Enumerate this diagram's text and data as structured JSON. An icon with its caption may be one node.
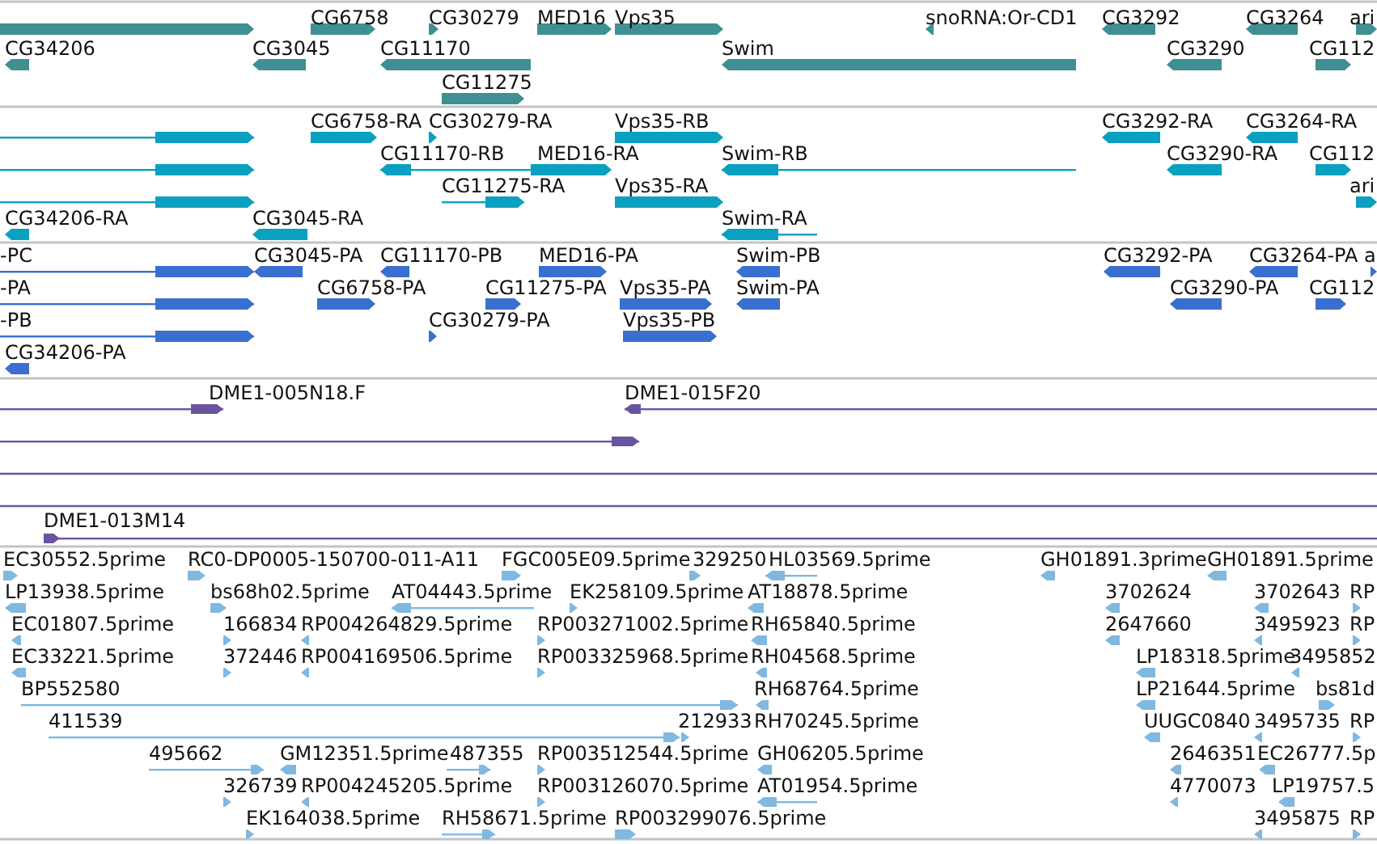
{
  "diagram": {
    "labels": [
      "CG6758",
      "CG30279",
      "MED16",
      "Vps35",
      "snoRNA:Or-CD1",
      "CG3292",
      "CG3264",
      "ari",
      "CG34206",
      "CG3045",
      "CG11170",
      "Swim",
      "CG3290",
      "CG112",
      "CG11275",
      "CG6758-RA",
      "CG30279-RA",
      "Vps35-RB",
      "CG3292-RA",
      "CG3264-RA",
      "CG11170-RB",
      "MED16-RA",
      "Swim-RB",
      "CG3290-RA",
      "CG112",
      "CG11275-RA",
      "Vps35-RA",
      "ari",
      "CG34206-RA",
      "CG3045-RA",
      "Swim-RA",
      "-PC",
      "CG3045-PA",
      "CG11170-PB",
      "MED16-PA",
      "Swim-PB",
      "CG3292-PA",
      "CG3264-PA",
      "a",
      "-PA",
      "CG6758-PA",
      "CG11275-PA",
      "Vps35-PA",
      "Swim-PA",
      "CG3290-PA",
      "CG112",
      "-PB",
      "CG30279-PA",
      "Vps35-PB",
      "CG34206-PA",
      "DME1-005N18.F",
      "DME1-015F20",
      "DME1-013M14",
      "EC30552.5prime",
      "RC0-DP0005-150700-011-A11",
      "FGC005E09.5prime",
      "329250",
      "HL03569.5prime",
      "GH01891.3prime",
      "GH01891.5prime",
      "LP13938.5prime",
      "bs68h02.5prime",
      "AT04443.5prime",
      "EK258109.5prime",
      "AT18878.5prime",
      "3702624",
      "3702643",
      "RP",
      "EC01807.5prime",
      "166834",
      "RP004264829.5prime",
      "RP003271002.5prime",
      "RH65840.5prime",
      "2647660",
      "3495923",
      "RP",
      "EC33221.5prime",
      "372446",
      "RP004169506.5prime",
      "RP003325968.5prime",
      "RH04568.5prime",
      "LP18318.5prime",
      "3495852",
      "BP552580",
      "RH68764.5prime",
      "LP21644.5prime",
      "bs81d",
      "411539",
      "212933",
      "RH70245.5prime",
      "UUGC0840",
      "3495735",
      "RP",
      "495662",
      "GM12351.5prime",
      "487355",
      "RP003512544.5prime",
      "GH06205.5prime",
      "2646351",
      "EC26777.5p",
      "326739",
      "RP004245205.5prime",
      "RP003126070.5prime",
      "AT01954.5prime",
      "4770073",
      "LP19757.5",
      "EK164038.5prime",
      "RH58671.5prime",
      "RP003299076.5prime",
      "3495875",
      "RP"
    ]
  }
}
